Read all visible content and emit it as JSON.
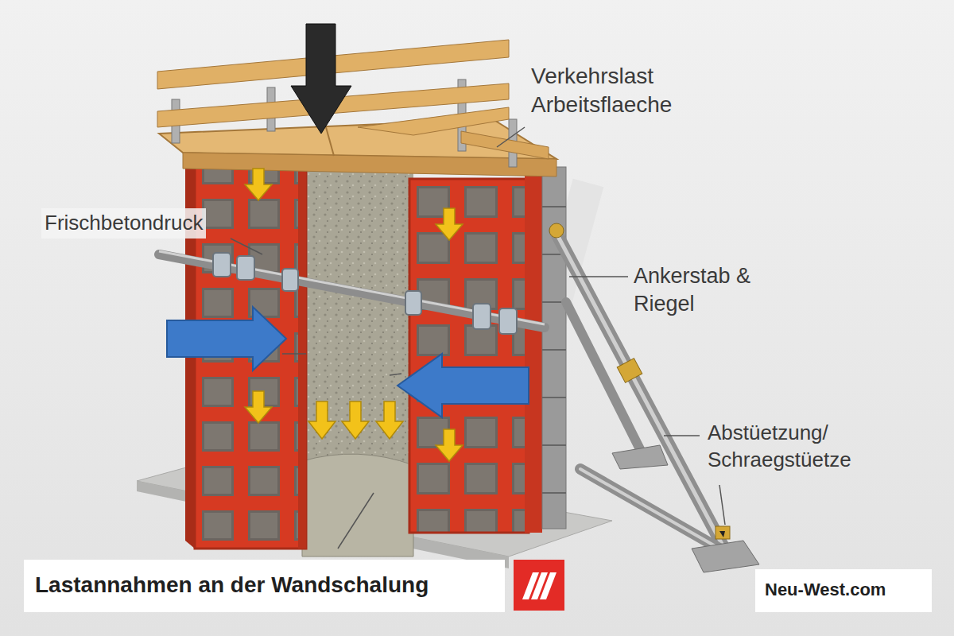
{
  "diagram": {
    "title": "Lastannahmen an der Wandschalung",
    "labels": [
      "Verkehrslast Arbeitsflaeche",
      "Frischbetondruck",
      "Ankerstab & Riegel",
      "Abstüetzung/ Schraegstüetze",
      "Neu-West.com"
    ]
  }
}
